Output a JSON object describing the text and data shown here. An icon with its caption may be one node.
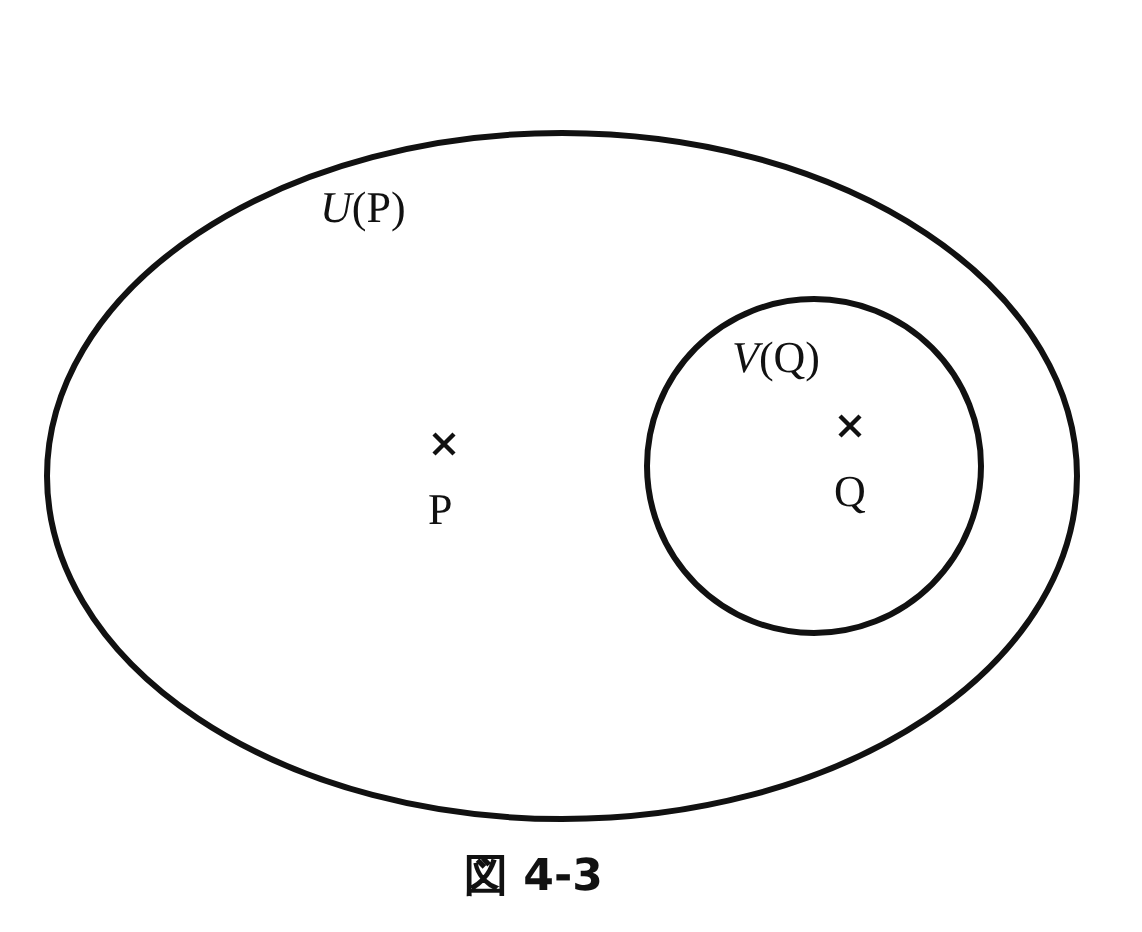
{
  "diagram": {
    "caption": "図 4-3",
    "nodes": [
      {
        "text": [
          "*U*(P)"
        ]
      },
      {
        "text": [
          "*V*(Q)"
        ],
        "in": 0
      }
    ],
    "labels": [
      "P",
      "Q"
    ]
  }
}
